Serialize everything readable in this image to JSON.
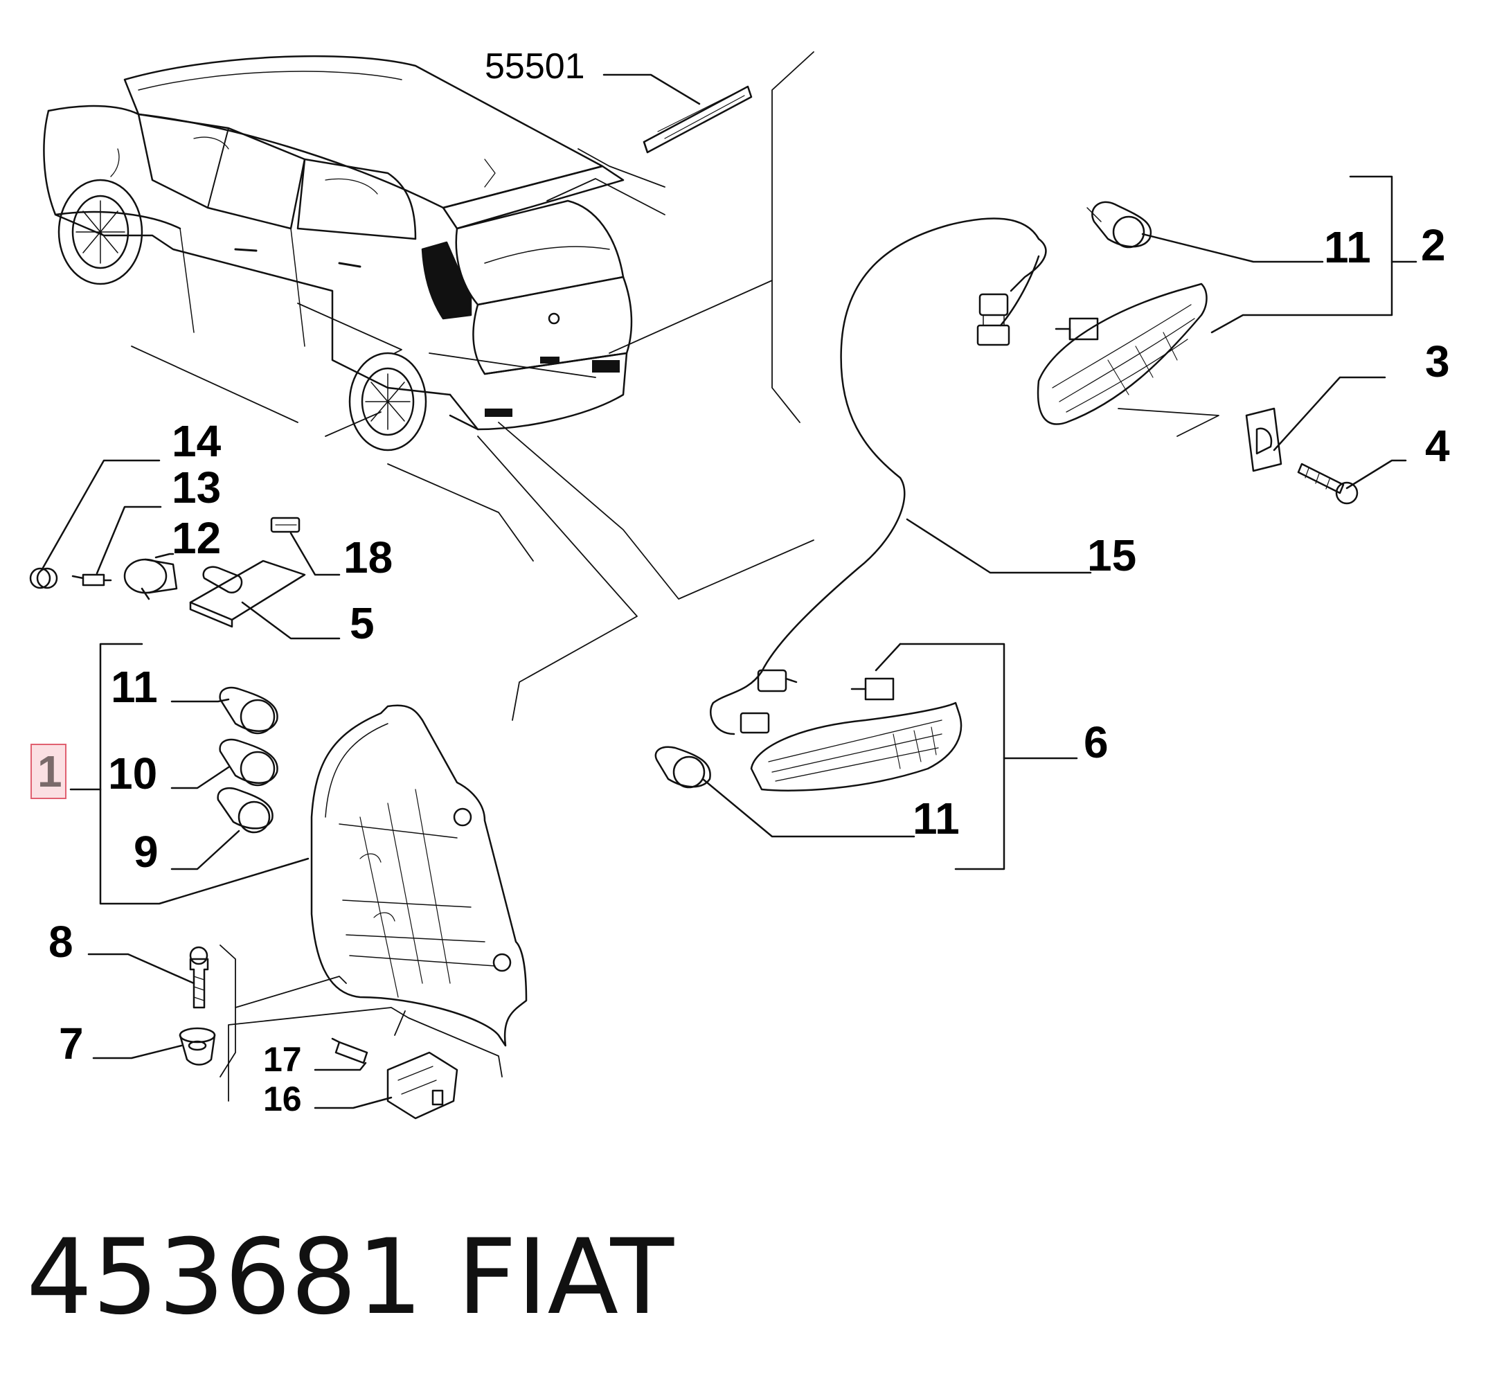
{
  "callouts": {
    "c55501": "55501",
    "c11_top": "11",
    "c2": "2",
    "c3": "3",
    "c4": "4",
    "c14": "14",
    "c13": "13",
    "c12": "12",
    "c18": "18",
    "c15": "15",
    "c5": "5",
    "c11_left": "11",
    "c1": "1",
    "c10": "10",
    "c9": "9",
    "c6": "6",
    "c11_right": "11",
    "c8": "8",
    "c7": "7",
    "c17": "17",
    "c16": "16"
  },
  "footer": {
    "part_number": "453681",
    "brand": "FIAT"
  },
  "highlight_color": "#e06070"
}
